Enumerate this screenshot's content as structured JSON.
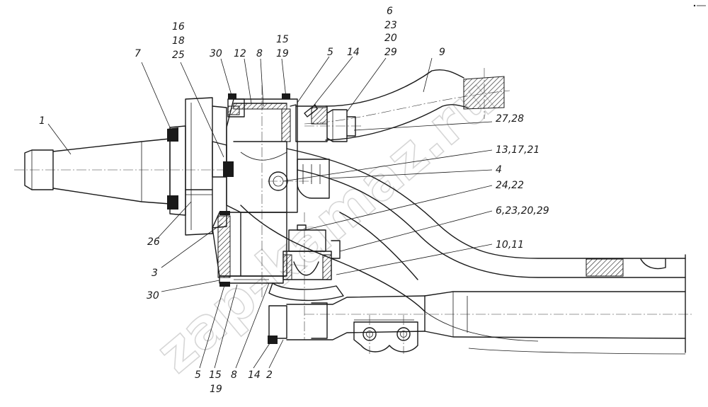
{
  "watermark": "zap-kamaz.ru",
  "labels": {
    "l1": "1",
    "l7": "7",
    "l16": "16",
    "l18": "18",
    "l25": "25",
    "l30top": "30",
    "l12": "12",
    "l8top": "8",
    "l15top": "15",
    "l19top": "19",
    "l5top": "5",
    "l14top": "14",
    "l6top": "6",
    "l23top": "23",
    "l20top": "20",
    "l29top": "29",
    "l9": "9",
    "l2728": "27,28",
    "l131721": "13,17,21",
    "l4": "4",
    "l2422": "24,22",
    "l6232029": "6,23,20,29",
    "l1011": "10,11",
    "l26": "26",
    "l3": "3",
    "l30bot": "30",
    "l5bot": "5",
    "l15bot": "15",
    "l19bot": "19",
    "l8bot": "8",
    "l14bot": "14",
    "l2": "2"
  }
}
